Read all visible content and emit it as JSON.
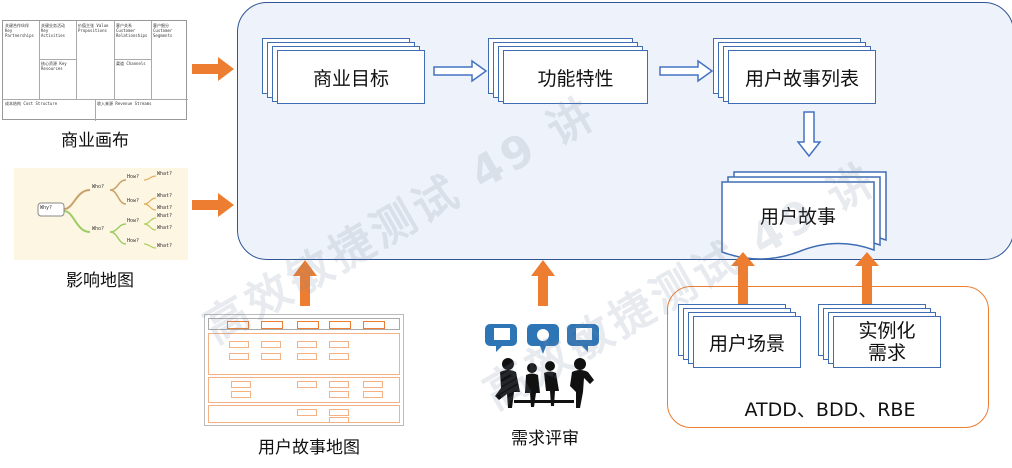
{
  "canvas": {
    "title": "商业画布",
    "cells": [
      "关键合作伙伴 Key Partnerships",
      "关键业务活动 Key Activities",
      "价值主张 Value Propositions",
      "客户关系 Customer Relationships",
      "客户细分 Customer Segments",
      "核心资源 Key Resources",
      "渠道 Channels",
      "成本结构 Cost Structure",
      "收入来源 Revenue Streams"
    ]
  },
  "impact_map": {
    "title": "影响地图",
    "root": "Why?",
    "branches": [
      "Who?",
      "Who?"
    ],
    "hows": [
      "How?",
      "How?",
      "How?",
      "How?"
    ],
    "whats": [
      "What?",
      "What?",
      "What?",
      "What?",
      "What?",
      "What?"
    ]
  },
  "story_map": {
    "title": "用户故事地图"
  },
  "review": {
    "title": "需求评审"
  },
  "main_flow": {
    "business_goal": "商业目标",
    "feature": "功能特性",
    "story_list": "用户故事列表",
    "story": "用户故事"
  },
  "practices": {
    "scenario": "用户场景",
    "example_line1": "实例化",
    "example_line2": "需求",
    "methods": "ATDD、BDD、RBE"
  },
  "watermark": {
    "text": "高效敏捷测试 49 讲"
  },
  "colors": {
    "main_fill": "#eef3fb",
    "main_border": "#2f5597",
    "accent_arrow": "#ed7d31",
    "practice_border": "#ed7d31",
    "flow_arrow": "#4472c4"
  }
}
